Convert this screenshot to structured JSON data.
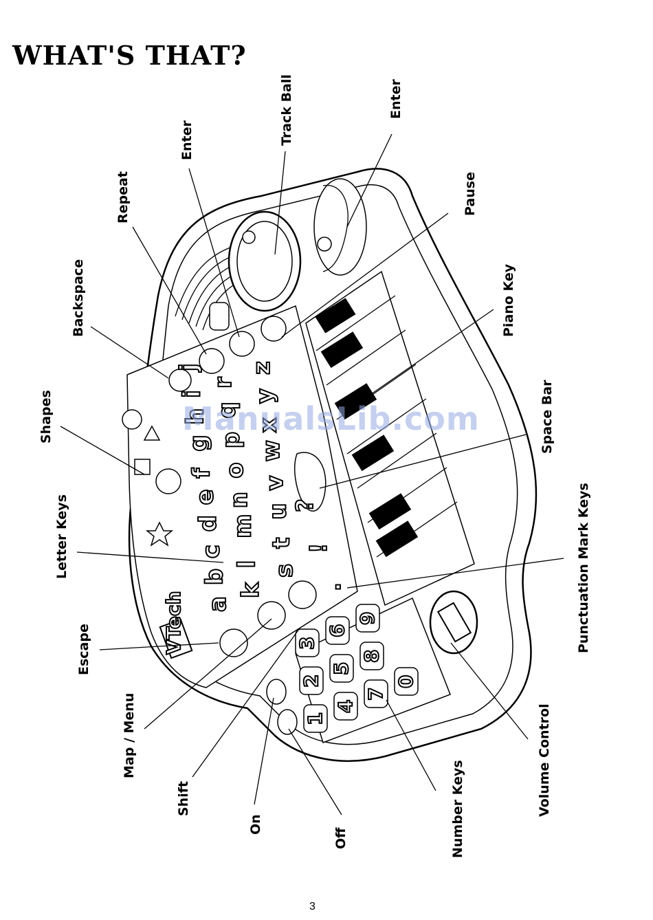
{
  "title": "WHAT'S THAT?",
  "labels": {
    "shapes": "Shapes",
    "backspace": "Backspace",
    "repeat": "Repeat",
    "enter_left": "Enter",
    "track_ball": "Track Ball",
    "enter_right": "Enter",
    "pause": "Pause",
    "piano_key": "Piano Key",
    "space_bar": "Space Bar",
    "punctuation_mark_keys": "Punctuation Mark Keys",
    "letter_keys": "Letter Keys",
    "escape": "Escape",
    "map_menu": "Map / Menu",
    "shift": "Shift",
    "on": "On",
    "off": "Off",
    "number_keys": "Number Keys",
    "volume_control": "Volume Control"
  },
  "keyboard": {
    "brand": "VTech",
    "letters_row1": [
      "a",
      "b",
      "c",
      "d",
      "e",
      "f",
      "g",
      "h",
      "i",
      "j"
    ],
    "letters_row2": [
      "k",
      "l",
      "m",
      "n",
      "o",
      "p",
      "q",
      "r"
    ],
    "letters_row3": [
      "s",
      "t",
      "u",
      "v",
      "w",
      "x",
      "y",
      "z"
    ],
    "numbers": [
      "1",
      "2",
      "3",
      "4",
      "5",
      "6",
      "7",
      "8",
      "9",
      "0"
    ],
    "punctuation": [
      "?",
      "!",
      "."
    ]
  },
  "watermark": "ManualsLib.com",
  "page_number": "3"
}
